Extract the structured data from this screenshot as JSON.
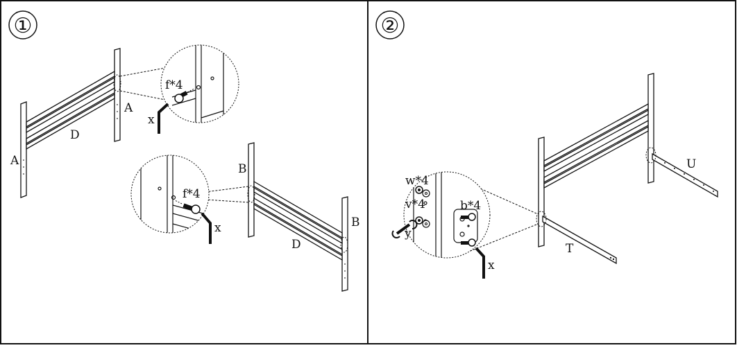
{
  "panels": [
    {
      "step": "①",
      "labels": {
        "A_left": "A",
        "A_right": "A",
        "D": "D",
        "zoom_hardware": "f*4",
        "tool": "x"
      },
      "labels_lower": {
        "B_left": "B",
        "B_right": "B",
        "D": "D",
        "zoom_hardware": "f*4",
        "tool": "x"
      }
    },
    {
      "step": "②",
      "labels": {
        "U": "U",
        "T": "T",
        "nut": "w*4",
        "washer": "v*4",
        "bolt": "b*4",
        "wrench": "y",
        "tool": "x"
      }
    }
  ],
  "colors": {
    "line": "#111111",
    "dashed": "#222222",
    "background": "#ffffff"
  }
}
